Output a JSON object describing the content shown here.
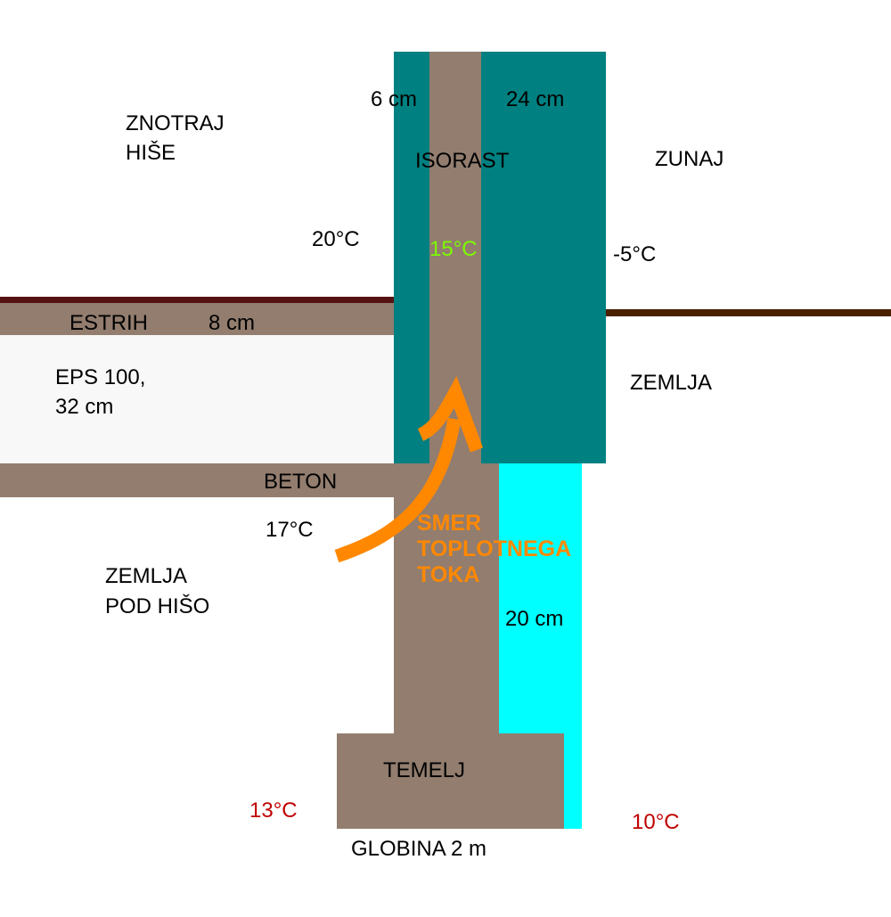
{
  "labels": {
    "inside_line1": "ZNOTRAJ",
    "inside_line2": "HIŠE",
    "outside": "ZUNAJ",
    "wall_inner_thickness": "6 cm",
    "wall_outer_thickness": "24 cm",
    "wall_material": "ISORAST",
    "temp_inside": "20°C",
    "temp_wall_core": "15°C",
    "temp_outside": "-5°C",
    "screed": "ESTRIH",
    "screed_thickness": "8 cm",
    "eps_line1": "EPS 100,",
    "eps_line2": "32 cm",
    "ground_outside": "ZEMLJA",
    "concrete": "BETON",
    "temp_under_slab": "17°C",
    "ground_under_line1": "ZEMLJA",
    "ground_under_line2": "POD HIŠO",
    "flow_line1": "SMER",
    "flow_line2": "TOPLOTNEGA",
    "flow_line3": "TOKA",
    "perimeter_insulation": "20 cm",
    "foundation": "TEMELJ",
    "temp_foundation_in": "13°C",
    "temp_foundation_out": "10°C",
    "depth": "GLOBINA 2 m"
  },
  "colors": {
    "teal": "#008080",
    "concrete": "#927d6f",
    "cyan": "#00ffff",
    "eps": "#f8f8f8",
    "floor_line": "#561212",
    "ground_line": "#4a2000",
    "arrow": "#ff8800",
    "core_temp": "#7cfc00",
    "deep_temp": "#c00000"
  }
}
